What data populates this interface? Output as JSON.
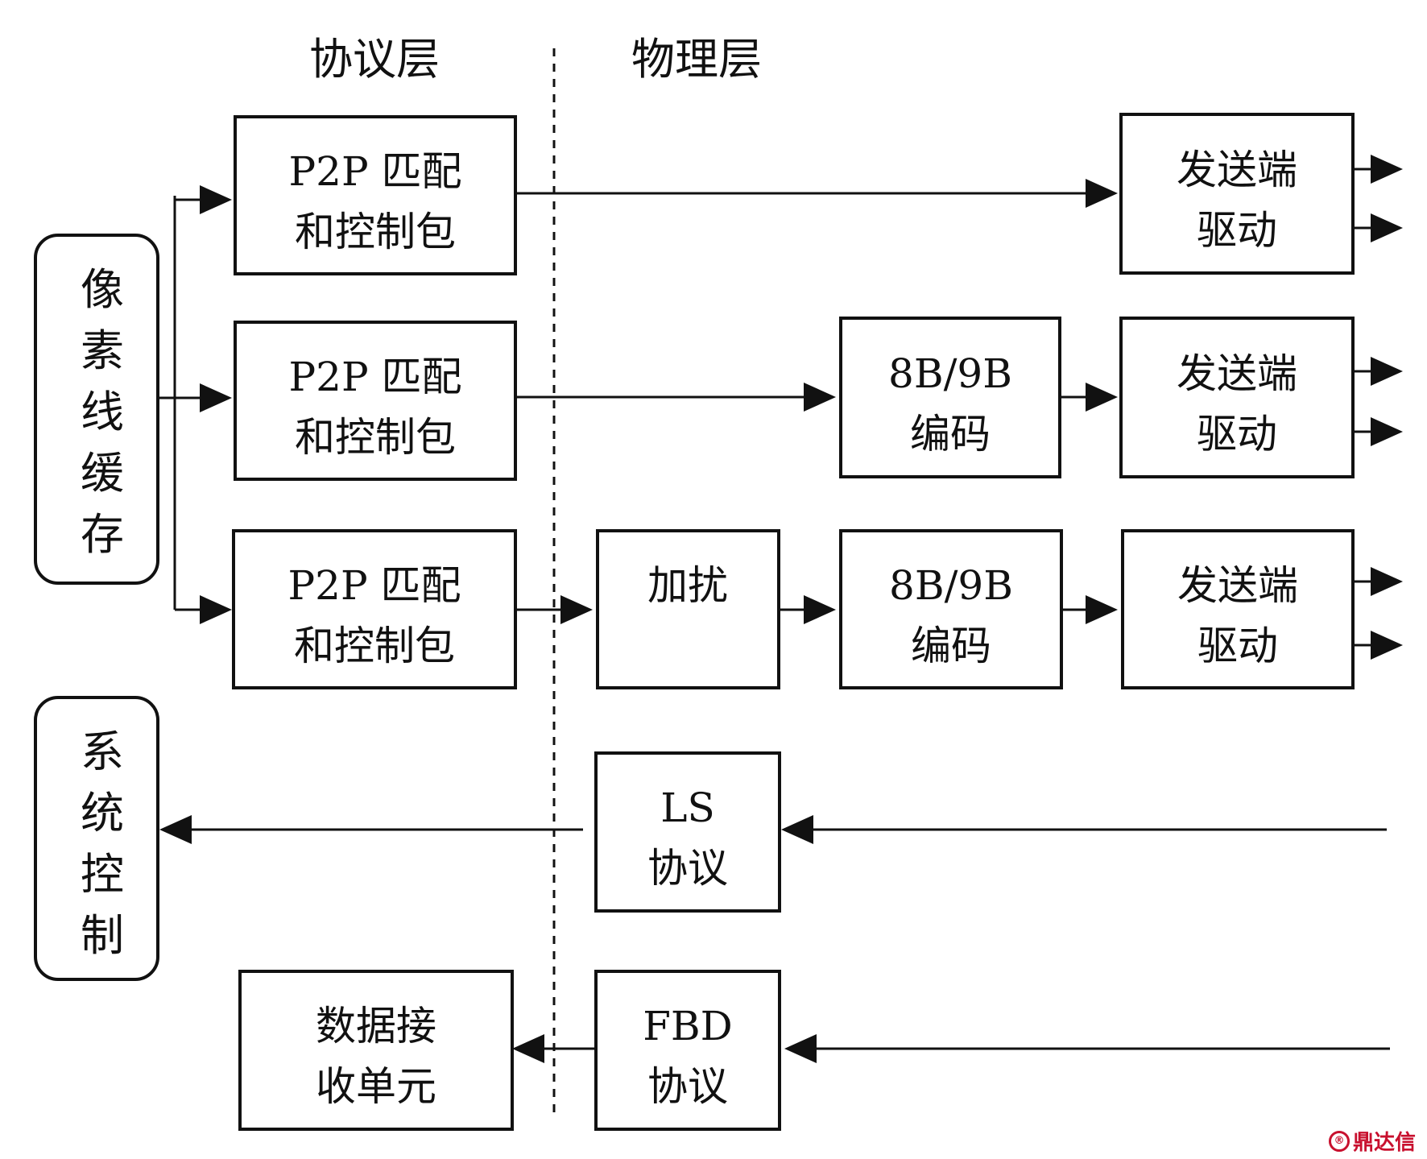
{
  "headers": {
    "protocol_layer": "协议层",
    "physical_layer": "物理层"
  },
  "side_blocks": {
    "pixel_line_buffer": [
      "像",
      "素",
      "线",
      "缓",
      "存"
    ],
    "system_control": [
      "系",
      "统",
      "控",
      "制"
    ]
  },
  "rows": [
    {
      "p2p": [
        "P2P 匹配",
        "和控制包"
      ],
      "driver": [
        "发送端",
        "驱动"
      ]
    },
    {
      "p2p": [
        "P2P 匹配",
        "和控制包"
      ],
      "encoder": [
        "8B/9B",
        "编码"
      ],
      "driver": [
        "发送端",
        "驱动"
      ]
    },
    {
      "p2p": [
        "P2P 匹配",
        "和控制包"
      ],
      "scrambler": [
        "加扰"
      ],
      "encoder": [
        "8B/9B",
        "编码"
      ],
      "driver": [
        "发送端",
        "驱动"
      ]
    }
  ],
  "receive": {
    "ls": [
      "LS",
      "协议"
    ],
    "fbd": [
      "FBD",
      "协议"
    ],
    "data_rx": [
      "数据接",
      "收单元"
    ]
  },
  "watermark": {
    "logo": "®",
    "text": "鼎达信"
  }
}
